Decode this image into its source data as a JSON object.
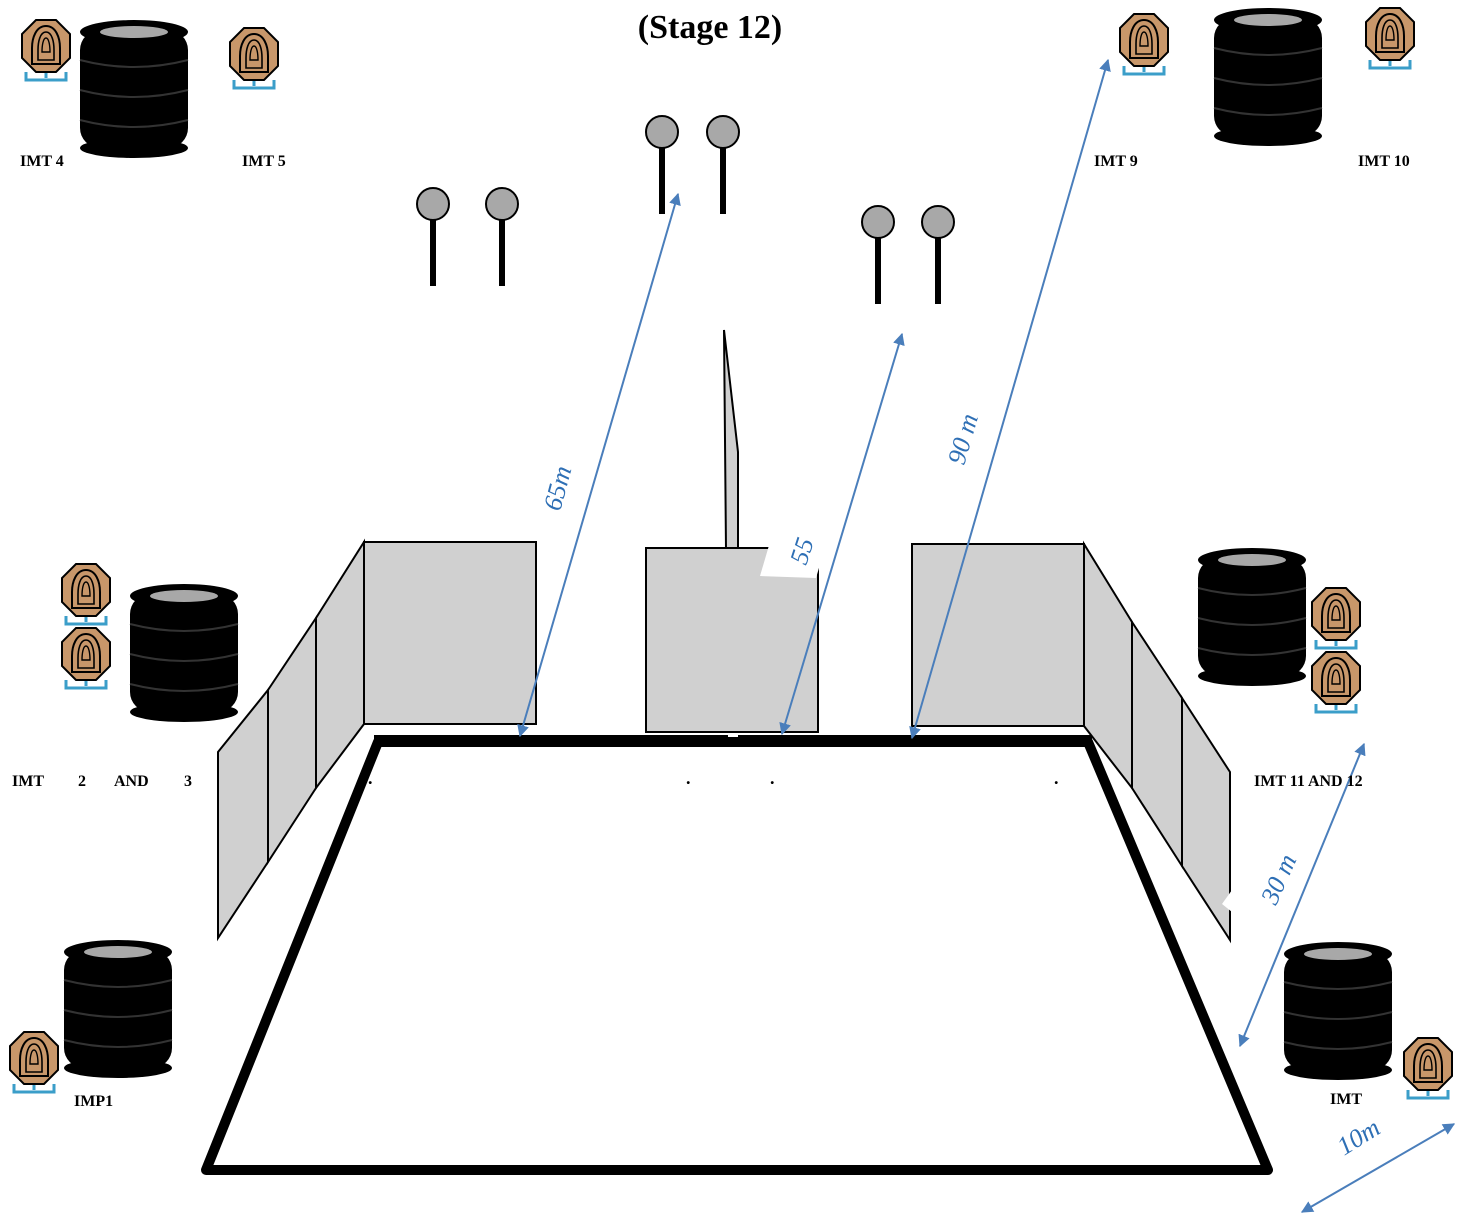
{
  "title": "(Stage 12)",
  "colors": {
    "arrow": "#4a7ebb",
    "distance_text": "#2e6fb5",
    "wall_fill": "#d0d0d0",
    "target_fill": "#c8976a",
    "target_stand": "#3b9ec9",
    "tire": "#000000",
    "plate": "#a8a8a8"
  },
  "labels": {
    "imt4": "IMT 4",
    "imt5": "IMT 5",
    "imt9": "IMT 9",
    "imt10": "IMT 10",
    "imt23_a": "IMT",
    "imt23_b": "2",
    "imt23_c": "AND",
    "imt23_d": "3",
    "imt1112": "IMT 11 AND 12",
    "imp1": "IMP1",
    "imt_partial": "IMT"
  },
  "distances": {
    "d65": "65m",
    "d55": "55",
    "d90": "90 m",
    "d30": "30 m",
    "d10": "10m"
  },
  "dots": ".",
  "icons": [
    "target-icon",
    "tire-stack-icon",
    "steel-plate-icon",
    "arrow-icon"
  ]
}
